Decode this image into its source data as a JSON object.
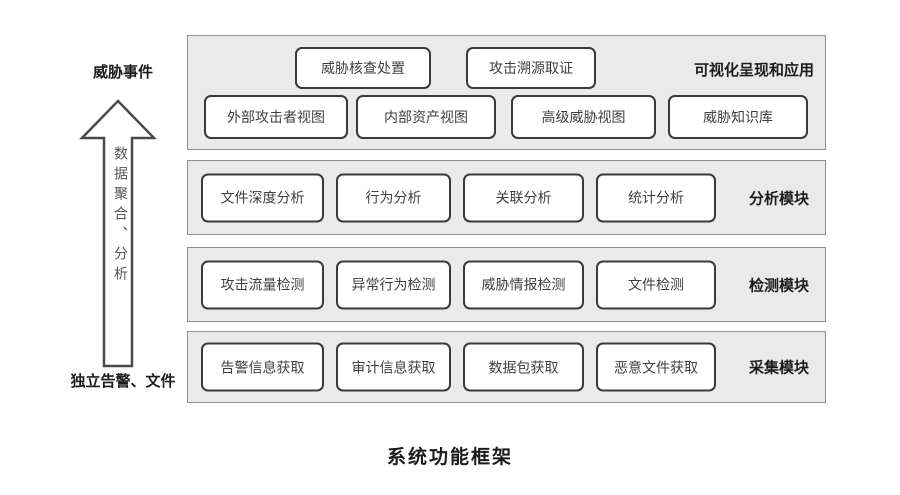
{
  "title": "系统功能框架",
  "left_axis": {
    "top_label": "威胁事件",
    "arrow_label": "数据聚合、分析",
    "bottom_label": "独立告警、文件"
  },
  "panel": {
    "bands": [
      {
        "name": "可视化呈现和应用",
        "rows": [
          {
            "boxes": [
              "威胁核查处置",
              "攻击溯源取证"
            ]
          },
          {
            "boxes": [
              "外部攻击者视图",
              "内部资产视图",
              "高级威胁视图",
              "威胁知识库"
            ]
          }
        ]
      },
      {
        "name": "分析模块",
        "boxes": [
          "文件深度分析",
          "行为分析",
          "关联分析",
          "统计分析"
        ]
      },
      {
        "name": "检测模块",
        "boxes": [
          "攻击流量检测",
          "异常行为检测",
          "威胁情报检测",
          "文件检测"
        ]
      },
      {
        "name": "采集模块",
        "boxes": [
          "告警信息获取",
          "审计信息获取",
          "数据包获取",
          "恶意文件获取"
        ]
      }
    ]
  },
  "colors": {
    "band_bg": "#eaeaea",
    "band_border": "#8f8f8f",
    "box_border": "#3a3a3a",
    "box_text": "#3f3f3f",
    "label_text": "#1c1c1c"
  }
}
